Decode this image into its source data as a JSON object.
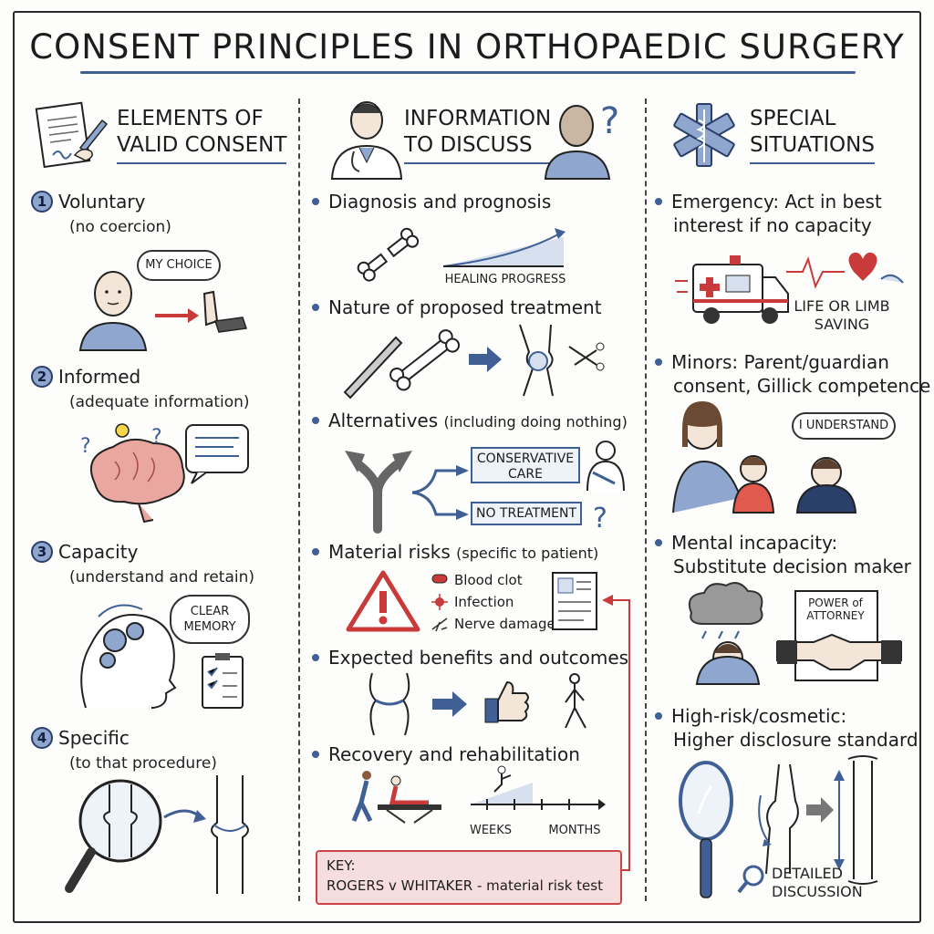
{
  "title": "CONSENT PRINCIPLES IN ORTHOPAEDIC SURGERY",
  "columns": [
    {
      "header": [
        "ELEMENTS OF",
        "VALID CONSENT"
      ],
      "items": [
        {
          "num": "1",
          "title": "Voluntary",
          "sub": "(no coercion)",
          "bubble": "MY CHOICE"
        },
        {
          "num": "2",
          "title": "Informed",
          "sub": "(adequate information)"
        },
        {
          "num": "3",
          "title": "Capacity",
          "sub": "(understand and retain)",
          "bubble": [
            "CLEAR",
            "MEMORY"
          ]
        },
        {
          "num": "4",
          "title": "Specific",
          "sub": "(to that procedure)"
        }
      ]
    },
    {
      "header": [
        "INFORMATION",
        "TO DISCUSS"
      ],
      "items": [
        {
          "title": "Diagnosis and prognosis",
          "label": "HEALING PROGRESS"
        },
        {
          "title": "Nature of proposed treatment"
        },
        {
          "title": "Alternatives",
          "note": "(including doing nothing)",
          "options": [
            "CONSERVATIVE CARE",
            "NO TREATMENT"
          ]
        },
        {
          "title": "Material risks",
          "note": "(specific to patient)",
          "risks": [
            "Blood clot",
            "Infection",
            "Nerve damage"
          ]
        },
        {
          "title": "Expected benefits and outcomes"
        },
        {
          "title": "Recovery and rehabilitation",
          "timeline": [
            "WEEKS",
            "MONTHS"
          ]
        }
      ],
      "key_label": "KEY:",
      "key_text": "ROGERS v WHITAKER - material risk test"
    },
    {
      "header": [
        "SPECIAL",
        "SITUATIONS"
      ],
      "items": [
        {
          "title": "Emergency: Act in best",
          "title2": "interest if no capacity",
          "label": [
            "LIFE OR LIMB",
            "SAVING"
          ]
        },
        {
          "title": "Minors: Parent/guardian",
          "title2": "consent, Gillick competence",
          "bubble": "I UNDERSTAND"
        },
        {
          "title": "Mental incapacity:",
          "title2": "Substitute decision maker",
          "doc": [
            "POWER of",
            "ATTORNEY"
          ]
        },
        {
          "title": "High-risk/cosmetic:",
          "title2": "Higher disclosure standard",
          "label": [
            "DETAILED",
            "DISCUSSION"
          ]
        }
      ]
    }
  ],
  "colors": {
    "accent": "#3f5f95",
    "alert": "#c93a3a",
    "skin": "#f3e6d8",
    "shirt": "#8fa6cf"
  }
}
